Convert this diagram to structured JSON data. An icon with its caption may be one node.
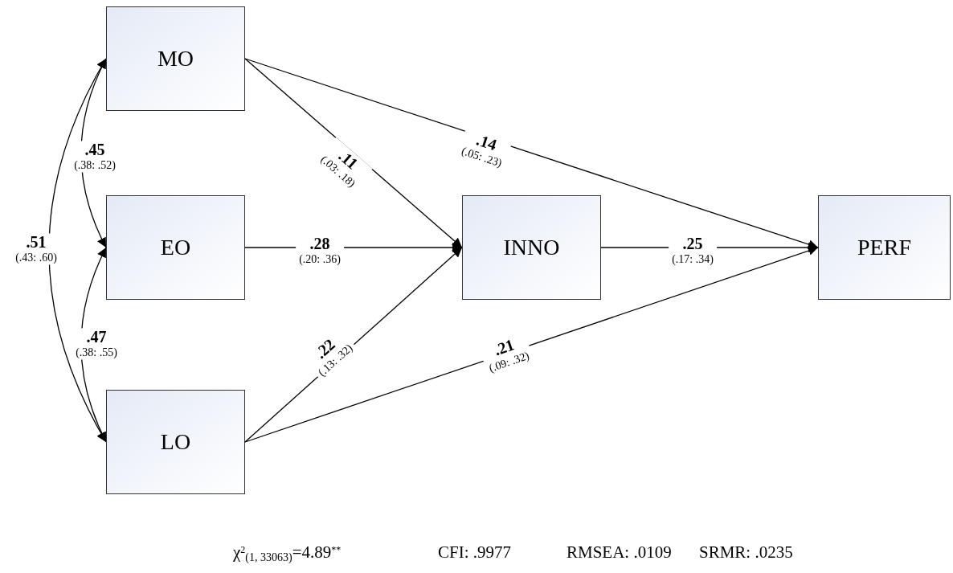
{
  "diagram": {
    "nodes": [
      {
        "text": [
          "MO"
        ]
      },
      {
        "text": [
          "EO"
        ]
      },
      {
        "text": [
          "LO"
        ]
      },
      {
        "text": [
          "INNO"
        ]
      },
      {
        "text": [
          "PERF"
        ]
      }
    ],
    "edges": [
      {
        "from": 0,
        "to": 1,
        "arrow": "both",
        "label": "**.45** (.38: .52)"
      },
      {
        "from": 0,
        "to": 2,
        "arrow": "both",
        "label": "**.51** (.43: .60)"
      },
      {
        "from": 1,
        "to": 2,
        "arrow": "both",
        "label": "**.47** (.38: .55)"
      },
      {
        "from": 0,
        "to": 3,
        "arrow": "to",
        "label": "**.11** (.03: .18)"
      },
      {
        "from": 0,
        "to": 4,
        "arrow": "to",
        "label": "**.14** (.05: .23)"
      },
      {
        "from": 1,
        "to": 3,
        "arrow": "to",
        "label": "**.28** (.20: .36)"
      },
      {
        "from": 3,
        "to": 4,
        "arrow": "to",
        "label": "**.25** (.17: .34)"
      },
      {
        "from": 2,
        "to": 3,
        "arrow": "to",
        "label": "**.22** (.13: .32)"
      },
      {
        "from": 2,
        "to": 4,
        "arrow": "to",
        "label": "**.21** (.09: .32)"
      }
    ],
    "labels": [
      "χ$^{2}$$_{(1, 33063)}$=4.89$^{**}$",
      "CFI: .9977",
      "RMSEA: .0109",
      "SRMR: .0235"
    ]
  }
}
